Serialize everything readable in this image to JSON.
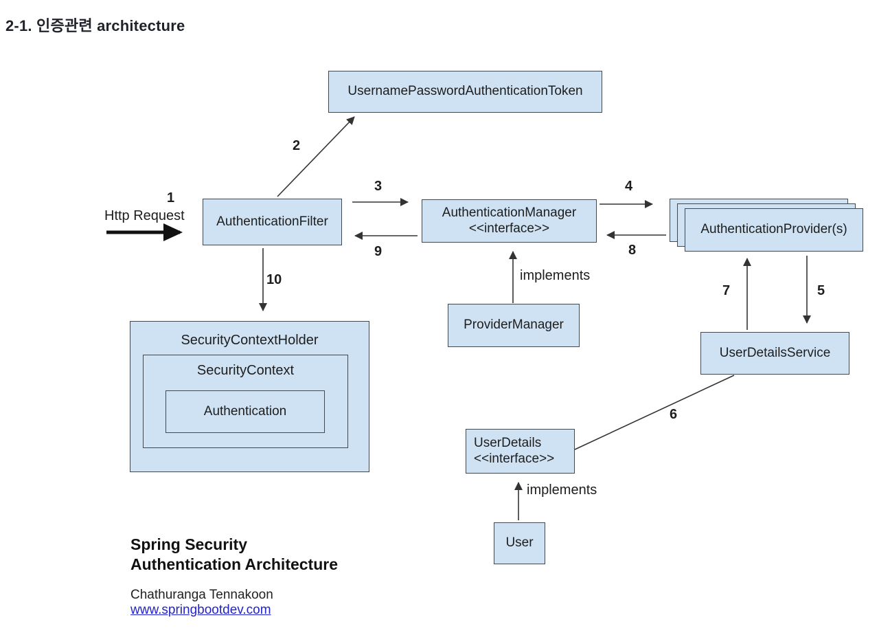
{
  "page": {
    "heading": "2-1. 인증관련 architecture"
  },
  "diagram": {
    "boxes": {
      "token": "UsernamePasswordAuthenticationToken",
      "filter": "AuthenticationFilter",
      "manager_line1": "AuthenticationManager",
      "manager_line2": "<<interface>>",
      "providers": "AuthenticationProvider(s)",
      "provider_manager": "ProviderManager",
      "security_context_holder": "SecurityContextHolder",
      "security_context": "SecurityContext",
      "authentication": "Authentication",
      "user_details_service": "UserDetailsService",
      "user_details_line1": "UserDetails",
      "user_details_line2": "<<interface>>",
      "user": "User"
    },
    "labels": {
      "http_request": "Http Request",
      "implements_top": "implements",
      "implements_bottom": "implements",
      "n1": "1",
      "n2": "2",
      "n3": "3",
      "n4": "4",
      "n5": "5",
      "n6": "6",
      "n7": "7",
      "n8": "8",
      "n9": "9",
      "n10": "10"
    }
  },
  "colors": {
    "box_fill": "#cfe2f3",
    "box_border": "#3f4750",
    "line": "#333333",
    "link": "#2222cc"
  },
  "footer": {
    "title_line1": "Spring Security",
    "title_line2": "Authentication Architecture",
    "author": "Chathuranga Tennakoon",
    "link": "www.springbootdev.com"
  }
}
